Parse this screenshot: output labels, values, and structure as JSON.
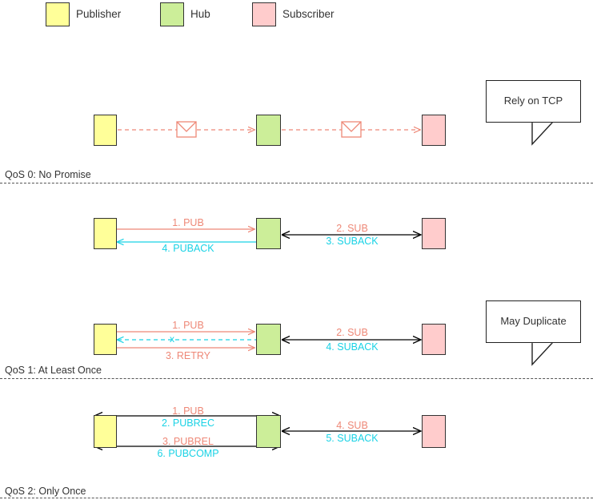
{
  "legend": {
    "items": [
      {
        "label": "Publisher",
        "color": "#ffff99",
        "swatch_name": "publisher-swatch"
      },
      {
        "label": "Hub",
        "color": "#ccee99",
        "swatch_name": "hub-swatch"
      },
      {
        "label": "Subscriber",
        "color": "#ffcccc",
        "swatch_name": "subscriber-swatch"
      }
    ]
  },
  "colors": {
    "publisher": "#ffff99",
    "hub": "#ccee99",
    "subscriber": "#ffcccc",
    "pink_arrow": "#ee8877",
    "cyan_arrow": "#19d2e5",
    "black_arrow": "#000000",
    "border": "#333333"
  },
  "sections": [
    {
      "id": "qos0",
      "label": "QoS 0: No Promise",
      "callout": "Rely on TCP",
      "messages": [
        "envelope-icon",
        "envelope-icon"
      ]
    },
    {
      "id": "qos1",
      "label": "QoS 1: At Least Once",
      "callout": "May Duplicate",
      "row1": {
        "pub_hub": [
          {
            "text": "1. PUB",
            "color": "pink",
            "dir": "right",
            "style": "solid"
          },
          {
            "text": "4. PUBACK",
            "color": "cyan",
            "dir": "left",
            "style": "solid"
          }
        ],
        "hub_sub": [
          {
            "text": "2. SUB",
            "color": "pink"
          },
          {
            "text": "3. SUBACK",
            "color": "cyan"
          }
        ]
      },
      "row2": {
        "pub_hub": [
          {
            "text": "1. PUB",
            "color": "pink",
            "dir": "right",
            "style": "solid"
          },
          {
            "text": "",
            "color": "cyan",
            "dir": "left",
            "style": "dashed",
            "marker": "X"
          },
          {
            "text": "3. RETRY",
            "color": "pink",
            "dir": "right",
            "style": "solid"
          }
        ],
        "hub_sub": [
          {
            "text": "2. SUB",
            "color": "pink"
          },
          {
            "text": "4. SUBACK",
            "color": "cyan"
          }
        ]
      }
    },
    {
      "id": "qos2",
      "label": "QoS 2: Only Once",
      "callout": "",
      "row1": {
        "pub_hub_top": [
          {
            "text": "1. PUB",
            "color": "pink"
          },
          {
            "text": "2. PUBREC",
            "color": "cyan"
          }
        ],
        "pub_hub_bottom": [
          {
            "text": "3. PUBREL",
            "color": "pink"
          },
          {
            "text": "6. PUBCOMP",
            "color": "cyan"
          }
        ],
        "hub_sub": [
          {
            "text": "4. SUB",
            "color": "pink"
          },
          {
            "text": "5. SUBACK",
            "color": "cyan"
          }
        ]
      }
    }
  ],
  "labels": {
    "qos0_section": "QoS 0: No Promise",
    "qos1_section": "QoS 1: At Least Once",
    "qos2_section": "QoS 2: Only Once",
    "callout_tcp": "Rely on TCP",
    "callout_dup": "May Duplicate",
    "a_1pub": "1. PUB",
    "a_4puback": "4. PUBACK",
    "a_2sub": "2. SUB",
    "a_3suback": "3. SUBACK",
    "a_1pub_b": "1. PUB",
    "a_3retry": "3. RETRY",
    "a_2sub_b": "2. SUB",
    "a_4suback": "4. SUBACK",
    "a_1pub_c": "1. PUB",
    "a_2pubrec": "2. PUBREC",
    "a_3pubrel": "3. PUBREL",
    "a_6pubcomp": "6. PUBCOMP",
    "a_4sub": "4. SUB",
    "a_5suback": "5. SUBACK",
    "x_marker": "x"
  }
}
